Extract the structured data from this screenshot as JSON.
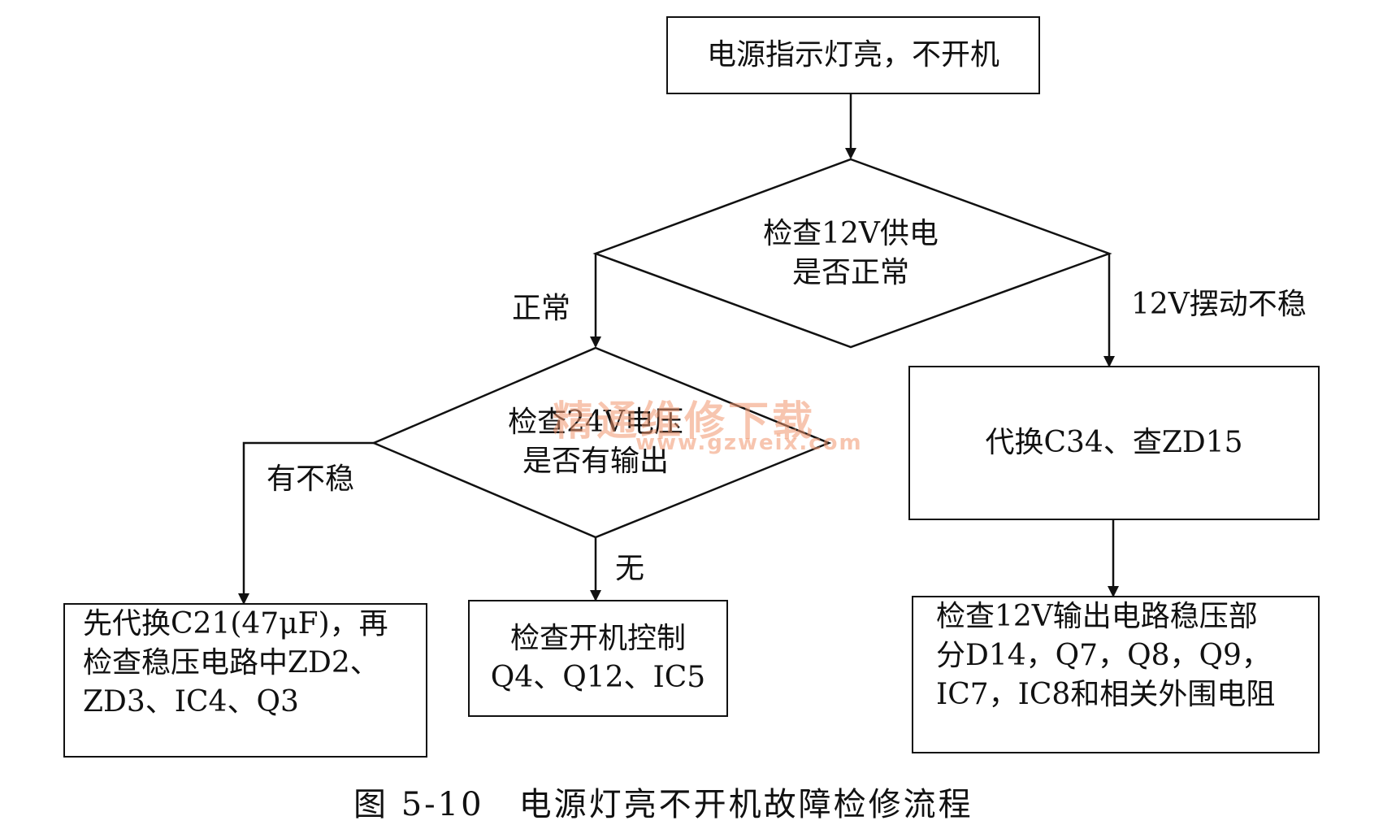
{
  "start": "电源指示灯亮，不开机",
  "decision1": {
    "line1": "检查12V供电",
    "line2": "是否正常"
  },
  "decision2": {
    "line1": "检查24V电压",
    "line2": "是否有输出"
  },
  "labels": {
    "normal": "正常",
    "unstable12v": "12V摆动不稳",
    "hasUnstable": "有不稳",
    "none": "无"
  },
  "box_replace_c34": "代换C34、查ZD15",
  "box_left": {
    "line1": "先代换C21(47μF)，再",
    "line2": "检查稳压电路中ZD2、",
    "line3": "ZD3、IC4、Q3"
  },
  "box_middle": {
    "line1": "检查开机控制",
    "line2": "Q4、Q12、IC5"
  },
  "box_right": {
    "line1": "检查12V输出电路稳压部",
    "line2": "分D14，Q7，Q8，Q9，",
    "line3": "IC7，IC8和相关外围电阻"
  },
  "watermark": {
    "cn": "精通维修下载",
    "url": "www.gzweix.com"
  },
  "caption": "图 5-10　电源灯亮不开机故障检修流程"
}
